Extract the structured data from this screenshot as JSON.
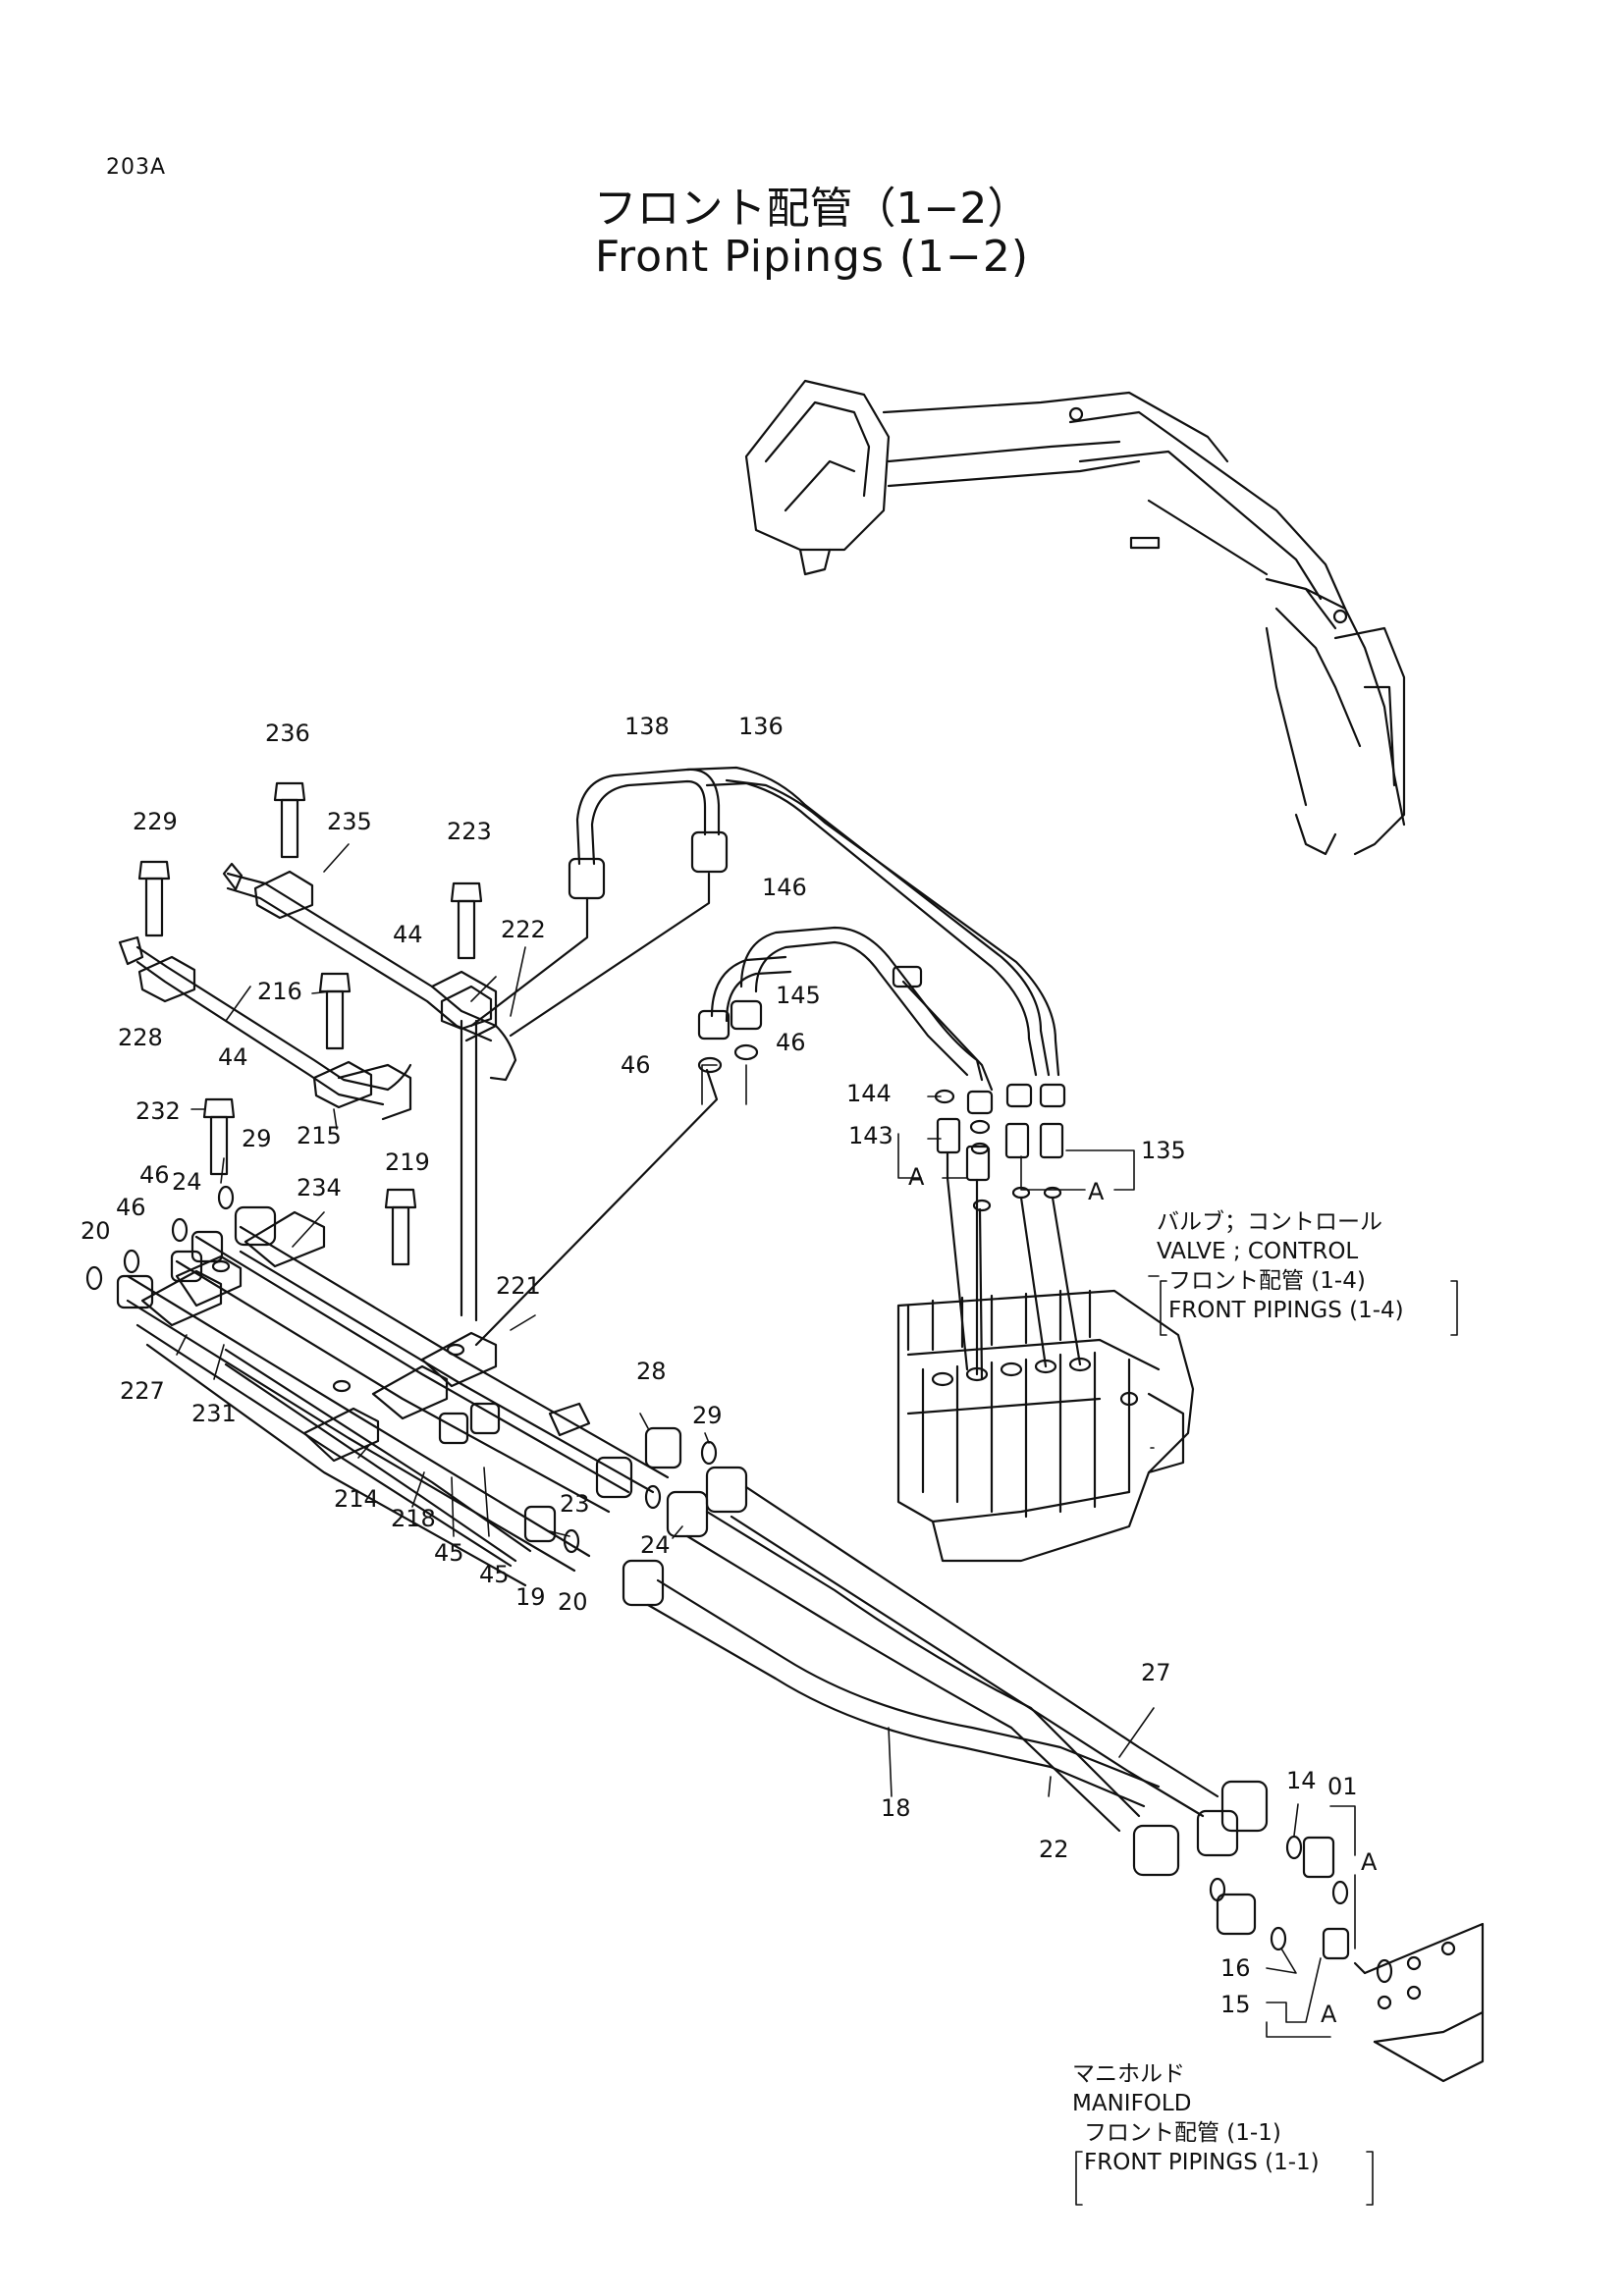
{
  "page": {
    "code": "203A",
    "title_jp": "フロント配管（1−2）",
    "title_en": "Front Pipings (1−2)"
  },
  "parts": {
    "p236": "236",
    "p235": "235",
    "p229": "229",
    "p223": "223",
    "p222": "222",
    "p44a": "44",
    "p44b": "44",
    "p216": "216",
    "p228": "228",
    "p215": "215",
    "p138": "138",
    "p136": "136",
    "p146": "146",
    "p145": "145",
    "p46a": "46",
    "p46b": "46",
    "p144": "144",
    "p143": "143",
    "p135": "135",
    "p232": "232",
    "p29a": "29",
    "p219": "219",
    "p46c": "46",
    "p24a": "24",
    "p234": "234",
    "p20a": "20",
    "p221": "221",
    "p227": "227",
    "p231": "231",
    "p28": "28",
    "p29b": "29",
    "p23": "23",
    "p214": "214",
    "p218": "218",
    "p24b": "24",
    "p45a": "45",
    "p45b": "45",
    "p19": "19",
    "p20b": "20",
    "p27": "27",
    "p18": "18",
    "p22": "22",
    "p14": "14",
    "p01": "01",
    "p16": "16",
    "p15": "15",
    "refA1": "A",
    "refA2": "A",
    "refA3": "A",
    "refA4": "A"
  },
  "notes": {
    "valve_jp": "バルブ；コントロール",
    "valve_en": "VALVE ; CONTROL",
    "valve_ref_jp": "フロント配管 (1-4)",
    "valve_ref_en": "FRONT PIPINGS (1-4)",
    "manifold_jp": "マニホルド",
    "manifold_en": "MANIFOLD",
    "manifold_ref_jp": "フロント配管 (1-1)",
    "manifold_ref_en": "FRONT PIPINGS (1-1)"
  }
}
